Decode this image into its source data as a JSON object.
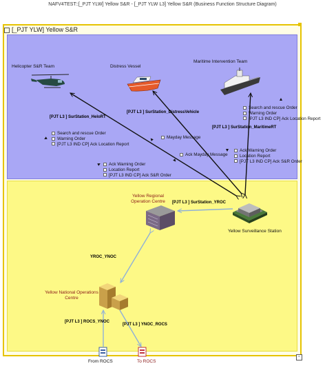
{
  "title": "NAFV4TEST::[_PJT YLW] Yellow S&R - [_PJT YLW L3] Yellow S&R (Business Function Structure Diagram)",
  "frame_label": "[_PJT YLW] Yellow S&R",
  "nodes": {
    "helicopter": "Helicopter S&R Team",
    "distress_vessel": "Distress Vessel",
    "maritime": "Maritime Intervention Team",
    "yroc": "Yellow Regional Operation Centre",
    "surveillance": "Yellow Surveillance Station",
    "national": "Yellow National Operations Centre",
    "from_rocs": "From ROCS",
    "to_rocs": "To ROCS"
  },
  "link_labels": {
    "helo": "[PJT L3 ] SurStation_HeloRT",
    "distress": "[PJT L3 ] SurStation_DistressVehicle",
    "maritime": "[PJT L3 ] SurStation_MaritimeRT",
    "yroc": "[PJT L3 ] SurStation_YROC",
    "yroc_ynoc": "YROC_YNOC",
    "rocs_ynoc": "[PJT L3 ] ROCS_YNOC",
    "ynoc_rocs": "[PJT L3 ] YNOC_ROCS"
  },
  "messages": {
    "helo_down": [
      "Search and rescue Order",
      "Warning Order",
      "[PJT L3 IND CP] Ack Location Report"
    ],
    "helo_up": [
      "Ack Warning Order",
      "Location Report",
      "[PJT L3 IND CP] Ack S&R Order"
    ],
    "mayday": "Mayday Message",
    "ack_mayday": "Ack Mayday Message",
    "maritime_down": [
      "Search and rescue Order",
      "Warning Order",
      "[PJT L3 IND CP] Ack Location Report"
    ],
    "maritime_up": [
      "Ack Warning Order",
      "Location Report",
      "[PJT L3 IND CP] Ack S&R Order"
    ]
  },
  "colors": {
    "frame": "#e6c300",
    "blue_zone": "#a9a7f5",
    "yellow_zone": "#fdf986",
    "link_dark": "#111111",
    "link_light": "#8fb0d8"
  }
}
